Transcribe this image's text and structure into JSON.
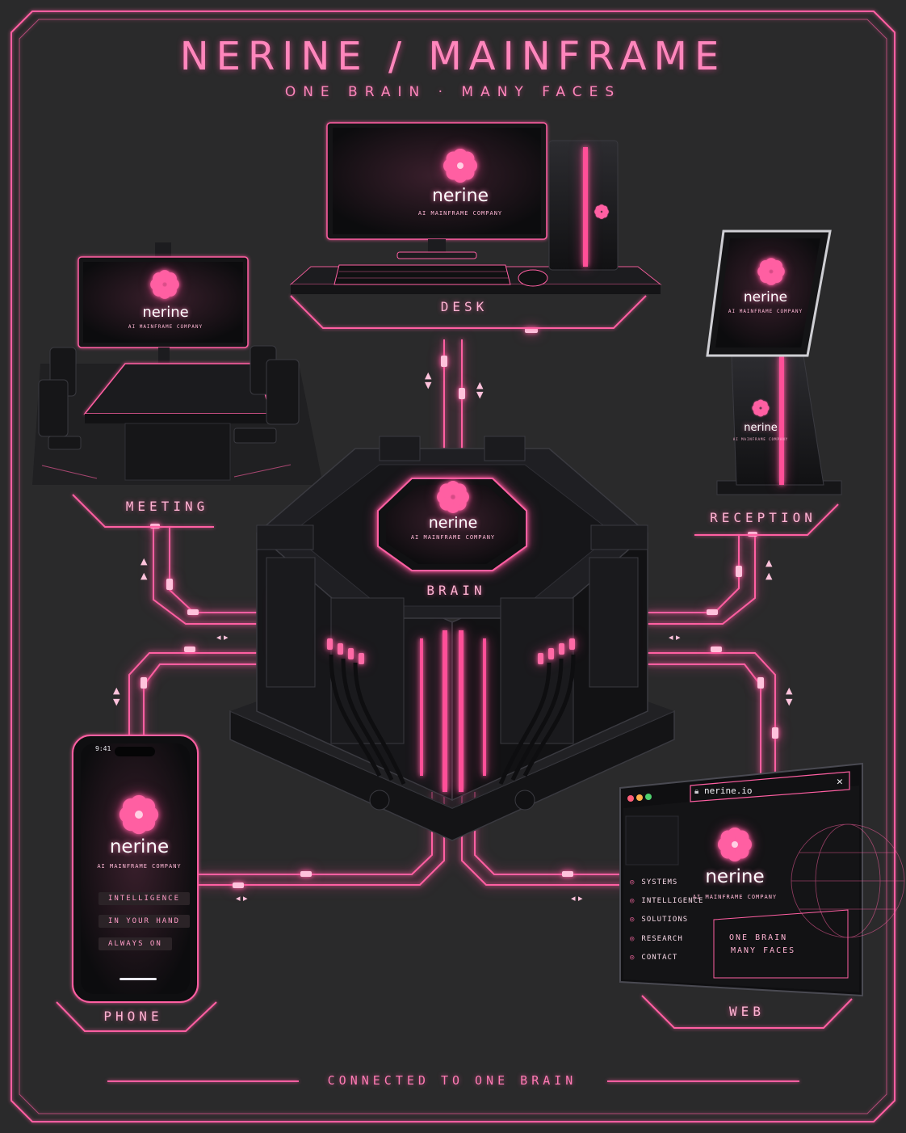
{
  "header": {
    "title": "NERINE / MAINFRAME",
    "subtitle": "ONE BRAIN · MANY FACES"
  },
  "brand": {
    "name": "nerine",
    "tagline": "AI MAINFRAME COMPANY"
  },
  "nodes": {
    "desk": "DESK",
    "meeting": "MEETING",
    "reception": "RECEPTION",
    "brain": "BRAIN",
    "phone": "PHONE",
    "web": "WEB"
  },
  "phone": {
    "time": "9:41",
    "taglines": [
      "INTELLIGENCE",
      "IN YOUR HAND",
      "ALWAYS ON"
    ]
  },
  "browser": {
    "url": "nerine.io",
    "menu": [
      "SYSTEMS",
      "INTELLIGENCE",
      "SOLUTIONS",
      "RESEARCH",
      "CONTACT"
    ],
    "panel_lines": [
      "ONE BRAIN",
      "MANY FACES"
    ]
  },
  "footer": {
    "text": "CONNECTED TO ONE BRAIN"
  },
  "colors": {
    "background": "#2a2a2b",
    "accent": "#ff5fa2",
    "accent_light": "#ffb3d3",
    "dark": "#121214"
  },
  "icons": [
    "flower-logo-icon",
    "lock-icon",
    "close-icon",
    "arrow-icon"
  ]
}
